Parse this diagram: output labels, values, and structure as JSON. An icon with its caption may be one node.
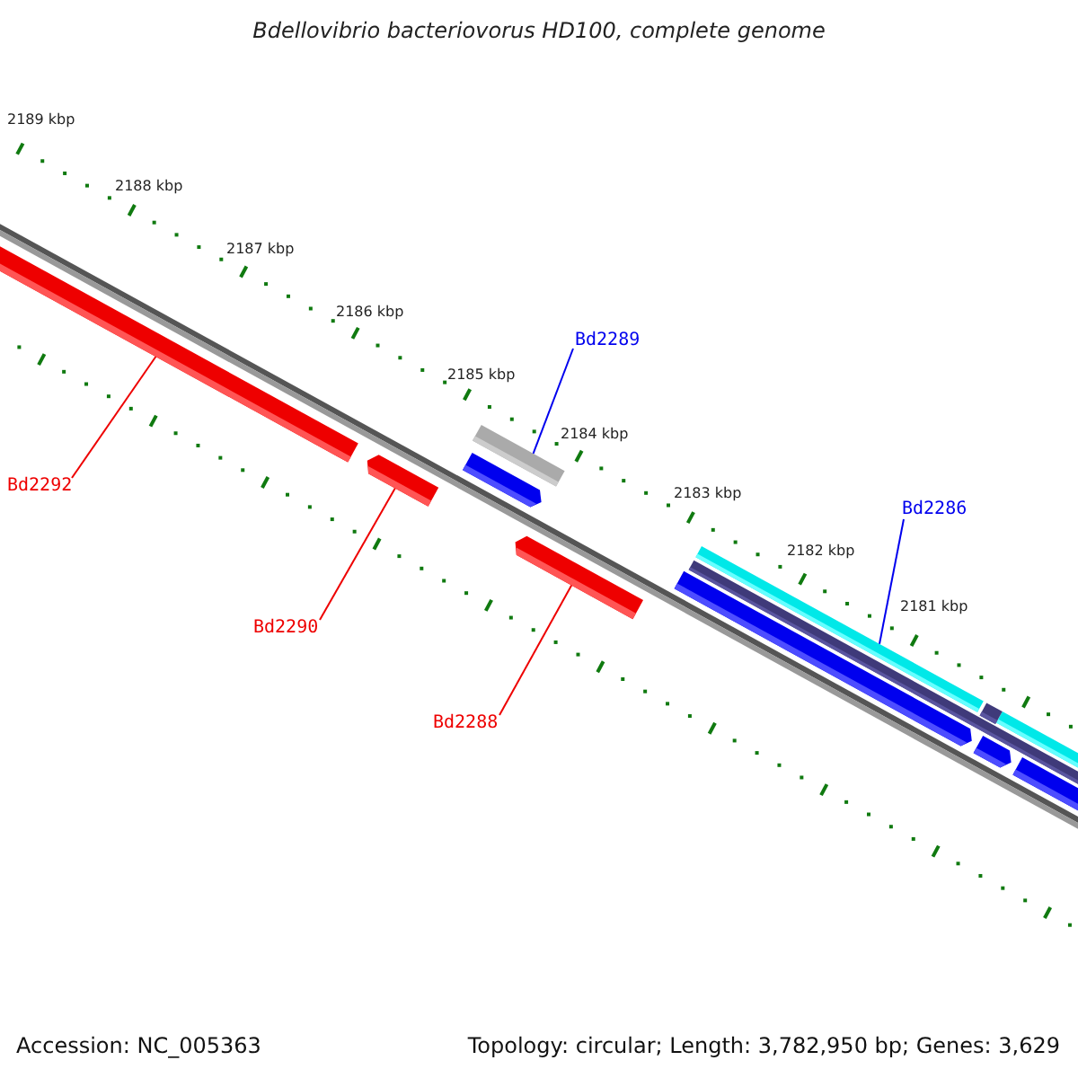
{
  "diagram": {
    "title": "Bdellovibrio bacteriovorus HD100, complete genome",
    "nodes": [
      {
        "text": [
          "Bd2292"
        ]
      },
      {
        "text": [],
        "shape": "bar"
      },
      {
        "text": [
          "Bd2290"
        ]
      },
      {
        "text": [],
        "shape": "bar"
      },
      {
        "text": [
          "Bd2288"
        ]
      },
      {
        "text": [],
        "shape": "bar"
      },
      {
        "text": [
          "Bd2289"
        ]
      },
      {
        "text": [],
        "shape": "bar"
      },
      {
        "text": [
          "Bd2286"
        ]
      },
      {
        "text": [],
        "shape": "bar"
      }
    ],
    "edges": [
      {
        "from": 0,
        "to": 1,
        "arrow": "none"
      },
      {
        "from": 2,
        "to": 3,
        "arrow": "none"
      },
      {
        "from": 4,
        "to": 5,
        "arrow": "none"
      },
      {
        "from": 6,
        "to": 7,
        "arrow": "none",
        "color": "#0000ee"
      },
      {
        "from": 8,
        "to": 9,
        "arrow": "none",
        "color": "#0000ee"
      }
    ],
    "labels": [
      "2189 kbp",
      "2188 kbp",
      "2187 kbp",
      "2186 kbp",
      "2185 kbp",
      "2184 kbp",
      "2183 kbp",
      "2182 kbp",
      "2181 kbp",
      "Accession: NC_005363",
      "Topology: circular; Length: 3,782,950 bp; Genes: 3,629"
    ]
  }
}
